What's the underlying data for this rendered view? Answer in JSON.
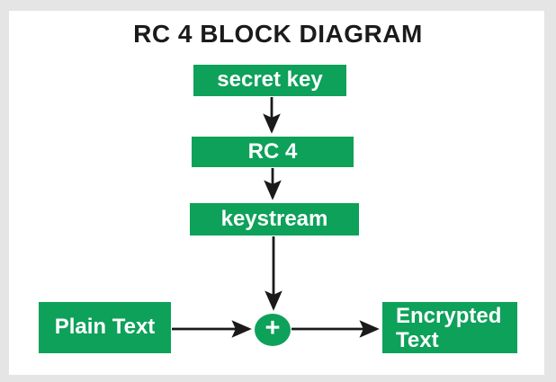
{
  "title": "RC 4 BLOCK DIAGRAM",
  "nodes": {
    "secret_key": {
      "label": "secret key"
    },
    "rc4": {
      "label": "RC 4"
    },
    "keystream": {
      "label": "keystream"
    },
    "plain_text": {
      "label": "Plain Text"
    },
    "xor_operator": {
      "label": "+"
    },
    "encrypted_text": {
      "label": "Encrypted Text"
    }
  },
  "edges": [
    {
      "from": "secret_key",
      "to": "rc4"
    },
    {
      "from": "rc4",
      "to": "keystream"
    },
    {
      "from": "keystream",
      "to": "xor_operator"
    },
    {
      "from": "plain_text",
      "to": "xor_operator"
    },
    {
      "from": "xor_operator",
      "to": "encrypted_text"
    }
  ],
  "colors": {
    "node_fill": "#0da15a",
    "node_text": "#ffffff",
    "title_text": "#1b1b1b",
    "arrow": "#1a1a1a",
    "frame": "#e5e5e5",
    "canvas": "#ffffff"
  }
}
